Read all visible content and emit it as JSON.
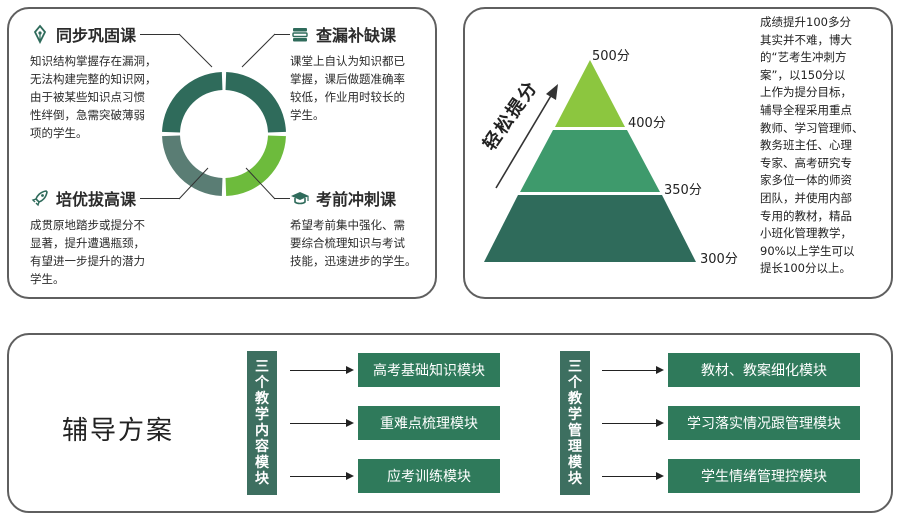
{
  "courses": [
    {
      "title": "同步巩固课",
      "icon": "pen-nib-icon",
      "lines": [
        "知识结构掌握存在漏洞，",
        "无法构建完整的知识网，",
        "由于被某些知识点习惯",
        "性绊倒，急需突破薄弱",
        "项的学生。"
      ]
    },
    {
      "title": "查漏补缺课",
      "icon": "book-stack-icon",
      "lines": [
        "课堂上自认为知识都已",
        "掌握，课后做题准确率",
        "较低，作业用时较长的",
        "学生。"
      ]
    },
    {
      "title": "培优拔高课",
      "icon": "rocket-icon",
      "lines": [
        "成贯原地踏步或提分不",
        "显著，提升遭遇瓶颈，",
        "有望进一步提升的潜力",
        "学生。"
      ]
    },
    {
      "title": "考前冲刺课",
      "icon": "graduation-cap-icon",
      "lines": [
        "希望考前集中强化、需",
        "要综合梳理知识与考试",
        "技能，迅速进步的学生。"
      ]
    }
  ],
  "donut_colors": {
    "dark": "#2f6b5b",
    "green": "#6dbb3c",
    "gray": "#5a7d74"
  },
  "pyramid": {
    "easy_label": "轻松提分",
    "levels": [
      "500分",
      "400分",
      "350分",
      "300分"
    ],
    "colors": {
      "top": "#8cc63f",
      "mid": "#3e9a6c",
      "bottom": "#2f6b5b"
    }
  },
  "side_note_lines": [
    "成绩提升100多分",
    "其实并不难，博大",
    "的“艺考生冲刺方",
    "案”，以150分以",
    "上作为提分目标，",
    "辅导全程采用重点",
    "教师、学习管理师、",
    "教务班主任、心理",
    "专家、高考研究专",
    "家多位一体的师资",
    "团队，并使用内部",
    "专用的教材，精品",
    "小班化管理教学，",
    "90%以上学生可以",
    "提长100分以上。"
  ],
  "plan": {
    "title": "辅导方案",
    "left_group": {
      "label": "三个教学内容模块",
      "modules": [
        "高考基础知识模块",
        "重难点梳理模块",
        "应考训练模块"
      ]
    },
    "right_group": {
      "label": "三个教学管理模块",
      "modules": [
        "教材、教案细化模块",
        "学习落实情况跟管理模块",
        "学生情绪管理控模块"
      ]
    }
  }
}
